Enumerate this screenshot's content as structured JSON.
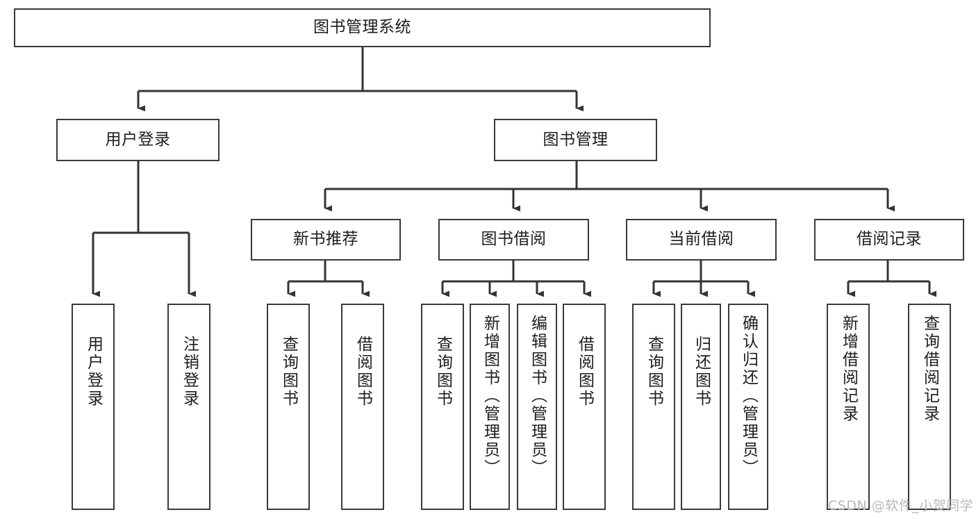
{
  "diagram": {
    "type": "tree",
    "title": "图书管理系统",
    "watermark": "CSDN @软件_小贺同学",
    "colors": {
      "box_border": "#3a3a3a",
      "box_fill": "#ffffff",
      "connector": "#333333",
      "text": "#1d1d1d",
      "watermark": "#b9b9b9"
    },
    "levels": {
      "root": {
        "label": "图书管理系统"
      },
      "level2": [
        {
          "id": "user-login",
          "label": "用户登录"
        },
        {
          "id": "book-management",
          "label": "图书管理"
        }
      ],
      "level3": [
        {
          "id": "new-book-recommend",
          "label": "新书推荐",
          "parent": "book-management"
        },
        {
          "id": "book-borrow",
          "label": "图书借阅",
          "parent": "book-management"
        },
        {
          "id": "current-borrow",
          "label": "当前借阅",
          "parent": "book-management"
        },
        {
          "id": "borrow-record",
          "label": "借阅记录",
          "parent": "book-management"
        }
      ],
      "leaves": [
        {
          "id": "leaf-user-login",
          "label": "用户登录",
          "parent": "user-login"
        },
        {
          "id": "leaf-logout",
          "label": "注销登录",
          "parent": "user-login"
        },
        {
          "id": "leaf-query-book-1",
          "label": "查询图书",
          "parent": "new-book-recommend"
        },
        {
          "id": "leaf-borrow-book-1",
          "label": "借阅图书",
          "parent": "new-book-recommend"
        },
        {
          "id": "leaf-query-book-2",
          "label": "查询图书",
          "parent": "book-borrow"
        },
        {
          "id": "leaf-add-book",
          "label": "新增图书（管理员）",
          "parent": "book-borrow"
        },
        {
          "id": "leaf-edit-book",
          "label": "编辑图书（管理员）",
          "parent": "book-borrow"
        },
        {
          "id": "leaf-borrow-book-2",
          "label": "借阅图书",
          "parent": "book-borrow"
        },
        {
          "id": "leaf-query-book-3",
          "label": "查询图书",
          "parent": "current-borrow"
        },
        {
          "id": "leaf-return-book",
          "label": "归还图书",
          "parent": "current-borrow"
        },
        {
          "id": "leaf-confirm-return",
          "label": "确认归还（管理员）",
          "parent": "current-borrow"
        },
        {
          "id": "leaf-add-record",
          "label": "新增借阅记录",
          "parent": "borrow-record"
        },
        {
          "id": "leaf-query-record",
          "label": "查询借阅记录",
          "parent": "borrow-record"
        }
      ]
    }
  }
}
